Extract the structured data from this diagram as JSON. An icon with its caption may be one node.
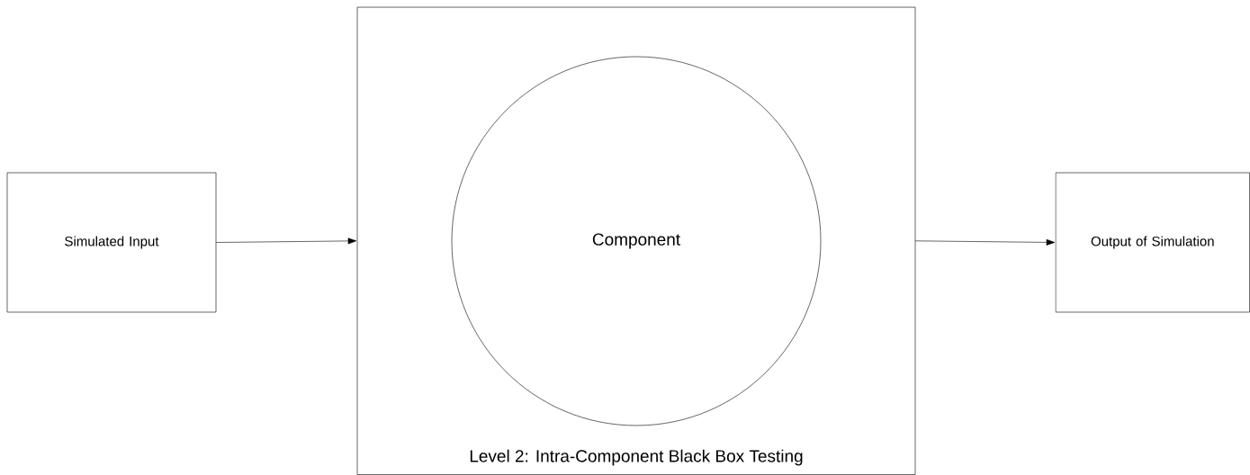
{
  "diagram": {
    "nodes": [
      {
        "text": [
          "Simulated Input"
        ]
      },
      {
        "text": [
          "Level 2:  Intra-Component Black Box Testing"
        ]
      },
      {
        "text": [
          "Component"
        ],
        "in": 1
      },
      {
        "text": [
          "Output of Simulation"
        ]
      }
    ],
    "edges": [
      {
        "from": 0,
        "to": 1,
        "arrow": "to"
      },
      {
        "from": 1,
        "to": 3,
        "arrow": "to"
      }
    ]
  }
}
